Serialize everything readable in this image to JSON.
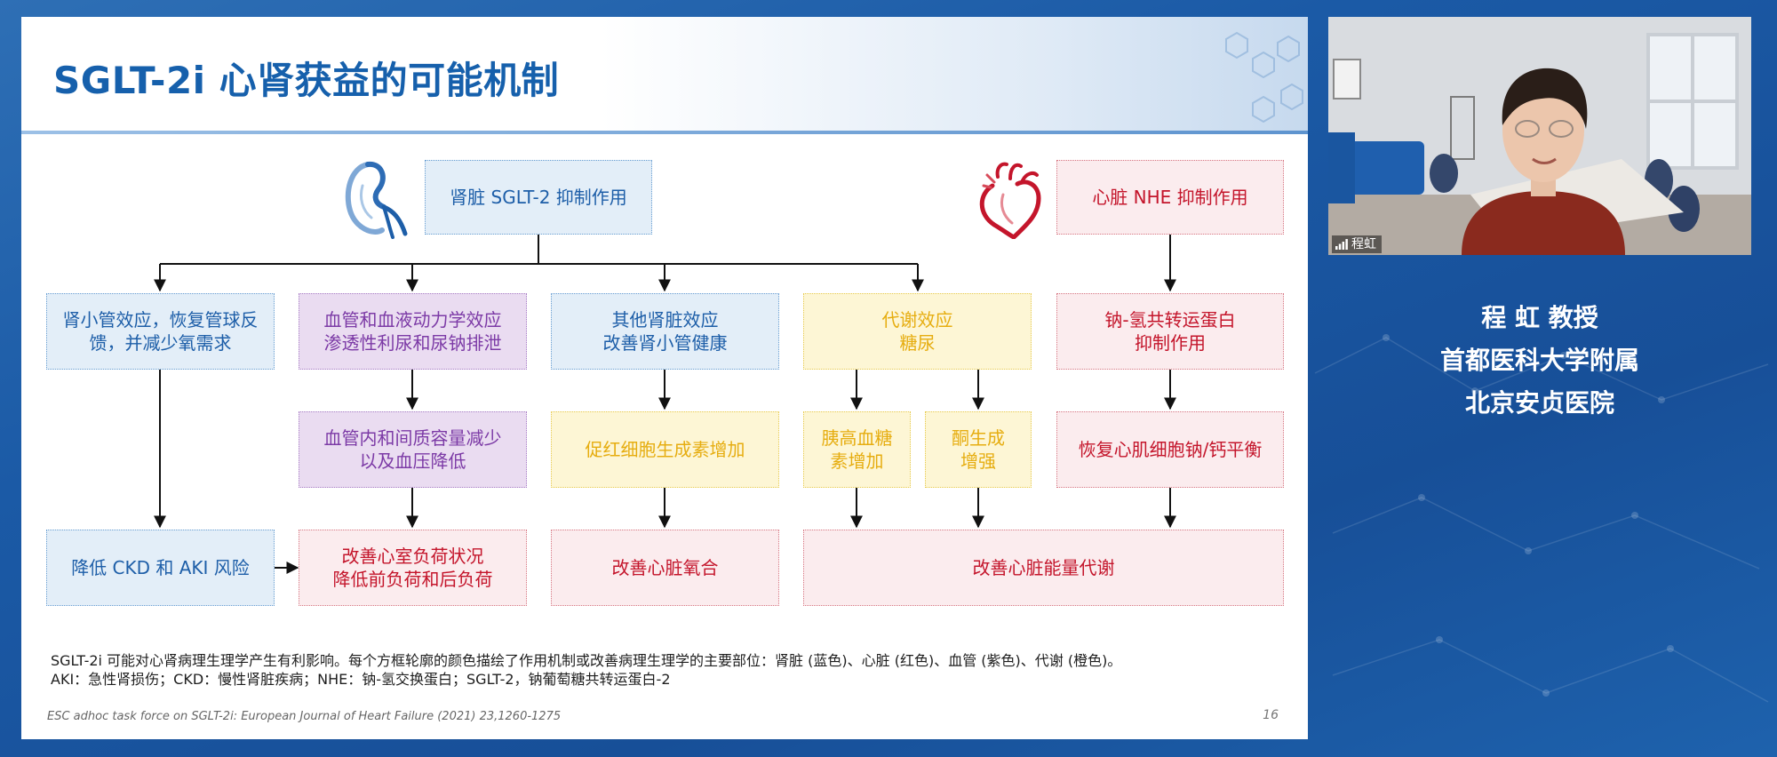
{
  "slide": {
    "title": "SGLT-2i 心肾获益的可能机制",
    "page_number": "16",
    "caption_line1": "SGLT-2i 可能对心肾病理生理学产生有利影响。每个方框轮廓的颜色描绘了作用机制或改善病理生理学的主要部位：肾脏 (蓝色)、心脏 (红色)、血管 (紫色)、代谢 (橙色)。",
    "caption_line2": "AKI：急性肾损伤；CKD：慢性肾脏疾病；NHE：钠-氢交换蛋白；SGLT-2，钠葡萄糖共转运蛋白-2",
    "citation": "ESC adhoc task force on SGLT-2i: European Journal of Heart Failure (2021) 23,1260-1275"
  },
  "diagram": {
    "colors": {
      "kidney": "#1d5ea8",
      "heart": "#c4152b",
      "vascular": "#7c3aa6",
      "metabolic": "#e6ad10"
    },
    "icons": {
      "kidney": "kidney-icon",
      "heart": "heart-icon"
    },
    "nodes": {
      "renal_sglt2": {
        "lines": [
          "肾脏 SGLT-2 抑制作用"
        ]
      },
      "cardiac_nhe": {
        "lines": [
          "心脏 NHE 抑制作用"
        ]
      },
      "tubular": {
        "lines": [
          "肾小管效应，恢复管球反",
          "馈，并减少氧需求"
        ]
      },
      "hemodynamic": {
        "lines": [
          "血管和血液动力学效应",
          "渗透性利尿和尿钠排泄"
        ]
      },
      "other_renal": {
        "lines": [
          "其他肾脏效应",
          "改善肾小管健康"
        ]
      },
      "metabolic": {
        "lines": [
          "代谢效应",
          "糖尿"
        ]
      },
      "nhe_transport": {
        "lines": [
          "钠-氢共转运蛋白",
          "抑制作用"
        ]
      },
      "volume": {
        "lines": [
          "血管内和间质容量减少",
          "以及血压降低"
        ]
      },
      "epo": {
        "lines": [
          "促红细胞生成素增加"
        ]
      },
      "glucagon": {
        "lines": [
          "胰高血糖",
          "素增加"
        ]
      },
      "ketone": {
        "lines": [
          "酮生成",
          "增强"
        ]
      },
      "ca_balance": {
        "lines": [
          "恢复心肌细胞钠/钙平衡"
        ]
      },
      "ckd_aki": {
        "lines": [
          "降低 CKD 和 AKI 风险"
        ]
      },
      "load": {
        "lines": [
          "改善心室负荷状况",
          "降低前负荷和后负荷"
        ]
      },
      "oxygen": {
        "lines": [
          "改善心脏氧合"
        ]
      },
      "energy": {
        "lines": [
          "改善心脏能量代谢"
        ]
      }
    }
  },
  "video": {
    "participant_name": "程虹"
  },
  "presenter": {
    "name_line": "程 虹  教授",
    "affiliation_line1": "首都医科大学附属",
    "affiliation_line2": "北京安贞医院"
  }
}
